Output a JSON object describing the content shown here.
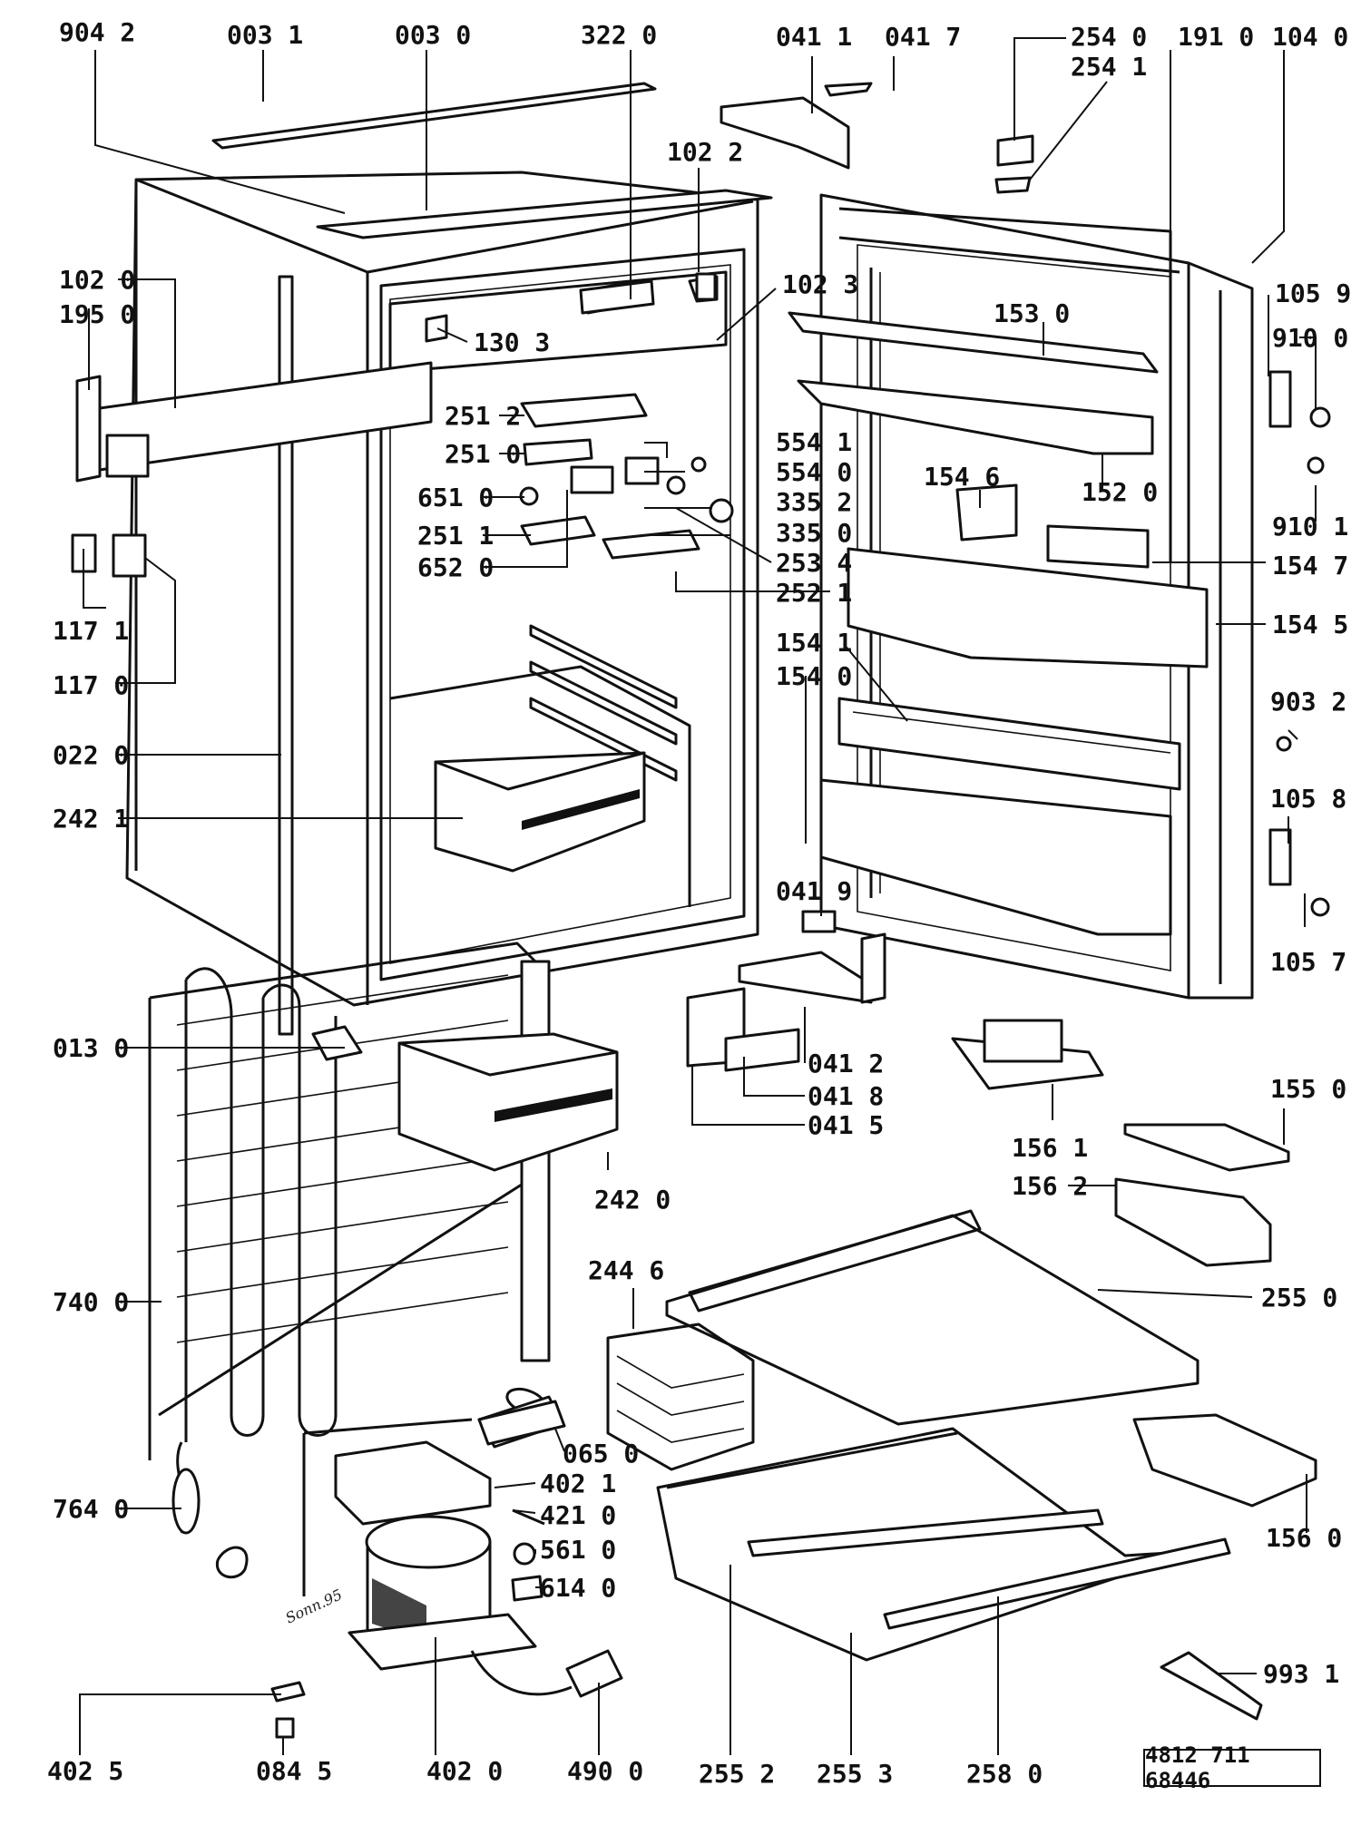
{
  "labels": {
    "l9042": "904 2",
    "l0031": "003 1",
    "l0030": "003 0",
    "l3220": "322 0",
    "l0411": "041 1",
    "l0417": "041 7",
    "l2540": "254 0",
    "l2541": "254 1",
    "l1910": "191 0",
    "l1040": "104 0",
    "l1022": "102 2",
    "l1020": "102 0",
    "l1950": "195 0",
    "l1023": "102 3",
    "l1059": "105 9",
    "l1303": "130 3",
    "l1530": "153 0",
    "l9100": "910 0",
    "l2512": "251 2",
    "l2510": "251 0",
    "l5541": "554 1",
    "l5540": "554 0",
    "l1520": "152 0",
    "l1546": "154 6",
    "l9101": "910 1",
    "l6510": "651 0",
    "l3352": "335 2",
    "l2511": "251 1",
    "l3350": "335 0",
    "l6520": "652 0",
    "l2534": "253 4",
    "l1547": "154 7",
    "l1171": "117 1",
    "l2521": "252 1",
    "l1545": "154 5",
    "l1541": "154 1",
    "l1170": "117 0",
    "l1540": "154 0",
    "l9032": "903 2",
    "l0220": "022 0",
    "l2421": "242 1",
    "l1058": "105 8",
    "l0419": "041 9",
    "l1057": "105 7",
    "l0130": "013 0",
    "l0412": "041 2",
    "l0418": "041 8",
    "l0415": "041 5",
    "l1561": "156 1",
    "l1550": "155 0",
    "l1562": "156 2",
    "l2420": "242 0",
    "l2446": "244 6",
    "l7400": "740 0",
    "l2550": "255 0",
    "l0650": "065 0",
    "l4021": "402 1",
    "l7640": "764 0",
    "l4210": "421 0",
    "l5610": "561 0",
    "l1560": "156 0",
    "l6140": "614 0",
    "l9931": "993 1",
    "l4025": "402 5",
    "l0845": "084 5",
    "l4020": "402 0",
    "l4900": "490 0",
    "l2552": "255 2",
    "l2553": "255 3",
    "l2580": "258 0"
  },
  "handwriting": "Sonn.95",
  "document_code": "4812 711 68446"
}
